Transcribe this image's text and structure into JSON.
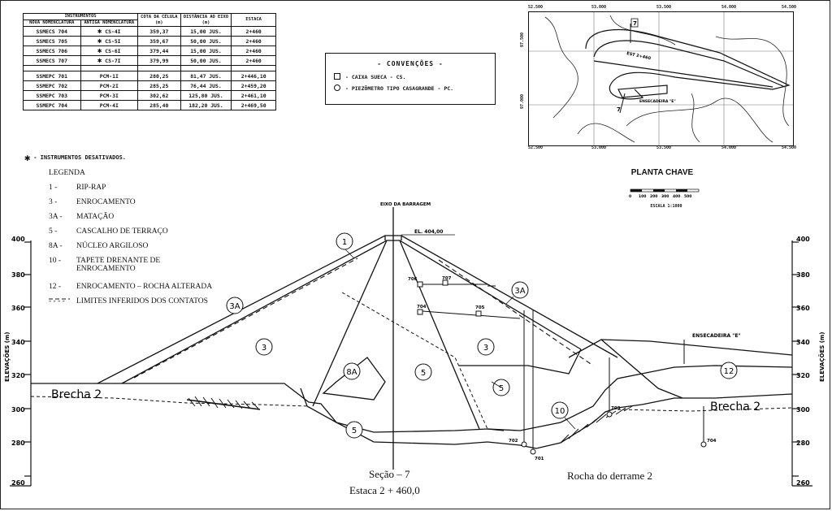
{
  "table": {
    "headers": {
      "group": "INSTRUMENTOS",
      "new": "NOVA NOMENCLATURA",
      "old": "ANTIGA NOMENCLATURA",
      "cota": "COTA DA CÉLULA (m)",
      "dist": "DISTÂNCIA AO EIXO (m)",
      "estaca": "ESTACA"
    },
    "group1": [
      {
        "new": "SSMECS 704",
        "star": "✱",
        "old": "CS-4I",
        "cota": "359,37",
        "dist": "15,00 JUS.",
        "estaca": "2+460"
      },
      {
        "new": "SSMECS 705",
        "star": "✱",
        "old": "CS-5I",
        "cota": "359,67",
        "dist": "50,00 JUS.",
        "estaca": "2+460"
      },
      {
        "new": "SSMECS 706",
        "star": "✱",
        "old": "CS-6I",
        "cota": "379,44",
        "dist": "15,00 JUS.",
        "estaca": "2+460"
      },
      {
        "new": "SSMECS 707",
        "star": "✱",
        "old": "CS-7I",
        "cota": "379,99",
        "dist": "50,00 JUS.",
        "estaca": "2+460"
      }
    ],
    "group2": [
      {
        "new": "SSMEPC 701",
        "old": "PCM-1I",
        "cota": "280,25",
        "dist": "81,47 JUS.",
        "estaca": "2+446,10"
      },
      {
        "new": "SSMEPC 702",
        "old": "PCM-2I",
        "cota": "285,25",
        "dist": "76,44 JUS.",
        "estaca": "2+459,20"
      },
      {
        "new": "SSMEPC 703",
        "old": "PCM-3I",
        "cota": "302,62",
        "dist": "125,80 JUS.",
        "estaca": "2+461,10"
      },
      {
        "new": "SSMEPC 704",
        "old": "PCM-4I",
        "cota": "285,40",
        "dist": "182,20 JUS.",
        "estaca": "2+469,50"
      }
    ]
  },
  "note": {
    "star": "✱",
    "text": "- INSTRUMENTOS DESATIVADOS."
  },
  "legend": {
    "title": "LEGENDA",
    "items": [
      {
        "code": "1 -",
        "text": "RIP-RAP"
      },
      {
        "code": "3 -",
        "text": "ENROCAMENTO"
      },
      {
        "code": "3A -",
        "text": "MATAÇÃO"
      },
      {
        "code": "5 -",
        "text": "CASCALHO DE TERRAÇO"
      },
      {
        "code": "8A -",
        "text": "NÚCLEO ARGILOSO"
      },
      {
        "code": "10 -",
        "text": "TAPETE DRENANTE DE ENROCAMENTO"
      },
      {
        "code": "12 -",
        "text": "ENROCAMENTO – ROCHA ALTERADA"
      },
      {
        "code": "- - - -",
        "text": "LIMITES INFERIDOS DOS CONTATOS"
      }
    ]
  },
  "conventions": {
    "title": "- CONVENÇÕES -",
    "items": [
      {
        "symbol": "square",
        "text": "- CAIXA SUECA - CS."
      },
      {
        "symbol": "circle",
        "text": "- PIEZÔMETRO TIPO CASAGRANDE - PC."
      }
    ]
  },
  "keyplan": {
    "title": "PLANTA CHAVE",
    "scale_ticks": [
      "0",
      "100",
      "200",
      "300",
      "400",
      "500"
    ],
    "scale_text": "ESCALA 1:1000",
    "top_coords": [
      "52.500",
      "53.000",
      "53.500",
      "54.000",
      "54.500"
    ],
    "bottom_coords": [
      "52.500",
      "53.000",
      "53.500",
      "54.000",
      "54.500"
    ],
    "left_coords": [
      "97.500",
      "97.000"
    ],
    "labels": {
      "est": "EST 2+460",
      "ensecadeira": "ENSECADEIRA \"E\"",
      "section": "7"
    }
  },
  "section": {
    "axis_label": "ELEVAÇÕES (m)",
    "ticks": [
      "400",
      "380",
      "360",
      "340",
      "320",
      "300",
      "280",
      "260"
    ],
    "dam_axis": "EIXO DA BARRAGEM",
    "crest": "EL. 404,00",
    "ensecadeira": "ENSECADEIRA \"E\"",
    "brecha_left": "Brecha 2",
    "brecha_right": "Brecha 2",
    "zones": [
      "1",
      "3A",
      "3",
      "8A",
      "5",
      "3A",
      "3",
      "5",
      "12",
      "10",
      "5"
    ],
    "instruments": [
      "706",
      "707",
      "704",
      "705",
      "702",
      "701",
      "703",
      "704"
    ]
  },
  "captions": {
    "section": "Seção – 7",
    "estaca": "Estaca 2 + 460,0",
    "rock": "Rocha do derrame 2"
  }
}
